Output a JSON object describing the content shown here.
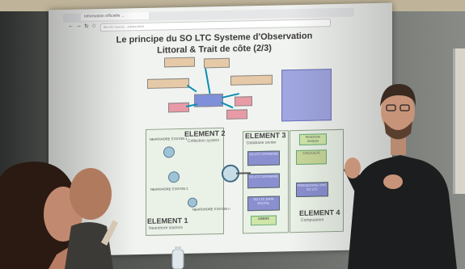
{
  "slide": {
    "browser_tab": "Information officielle ...",
    "url": "file:///C:/Users/.../slides.html",
    "title_line1": "Le principe du SO LTC Systeme d'Observation",
    "title_line2": "Littoral & Trait de côte (2/3)"
  },
  "diagram": {
    "element2": {
      "label": "ELEMENT 2",
      "sub": "Collection system"
    },
    "element3": {
      "label": "ELEMENT 3",
      "sub": "Database center"
    },
    "element1": {
      "label": "ELEMENT 1",
      "sub": "Nearshore stations"
    },
    "element4": {
      "label": "ELEMENT 4",
      "sub": "Computation"
    },
    "stations": [
      {
        "label": "NEARSHORE\nSTATION 1"
      },
      {
        "label": "NEARSHORE\nSTATION 2"
      },
      {
        "label": "NEARSHORE\nSTATION n"
      }
    ],
    "db_boxes": [
      "SO LTC DATABASE",
      "SO LTC DATABASE",
      "SO LTC DATA DIGITAL"
    ],
    "users_label": "USERS",
    "compute_boxes": [
      "Nearshore analysis",
      "CALCULUS",
      "PROCESSING MHC SO LTC"
    ]
  },
  "colors": {
    "slide_bg": "#f1f3f0",
    "wire": "#0b8eb0",
    "db_box": "#8a8fd0",
    "accent_green": "#cfe6a8"
  }
}
